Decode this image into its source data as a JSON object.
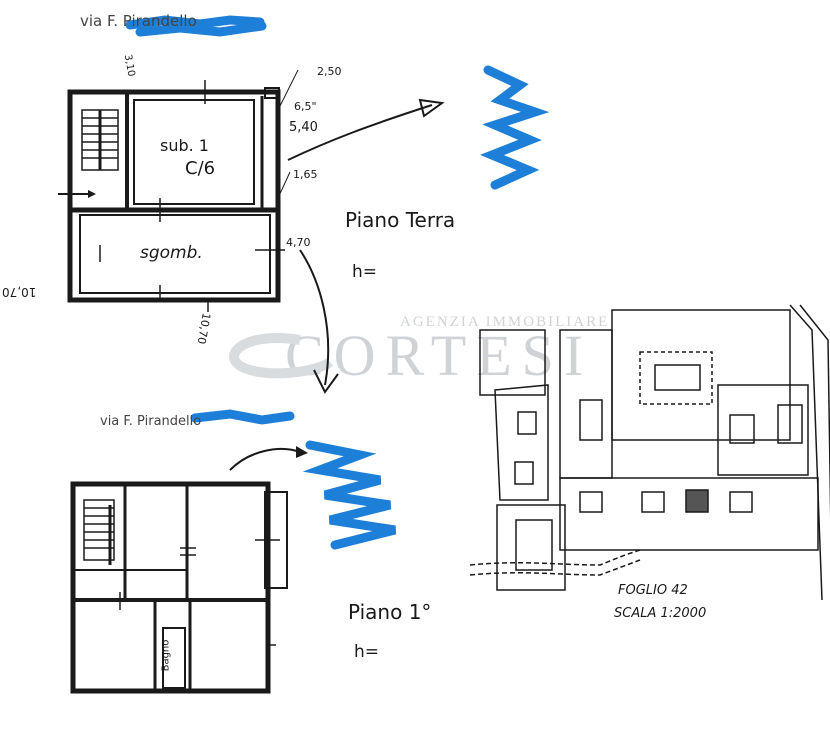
{
  "street_top": "via F. Pirandello",
  "street_bottom": "via F. Pirandello",
  "ground_floor": {
    "title": "Piano Terra",
    "height_label": "h=",
    "room_main": "sub. 1",
    "room_main_cat": "C/6",
    "room_storage": "sgomb.",
    "dims": [
      "2,50",
      "6,5\"",
      "5,40",
      "1,65",
      "4,70",
      "10,70",
      "10,70",
      "3,10"
    ]
  },
  "first_floor": {
    "title": "Piano 1°",
    "height_label": "h=",
    "bath_label": "Bagno"
  },
  "cadastral": {
    "sheet": "FOGLIO 42",
    "scale": "SCALA   1:2000"
  },
  "watermark": {
    "line1": "AGENZIA IMMOBILIARE",
    "line2": "CORTESI"
  },
  "colors": {
    "ink": "#1a1a1a",
    "redaction": "#1e7fd8",
    "watermark": "#cfd3d6"
  }
}
